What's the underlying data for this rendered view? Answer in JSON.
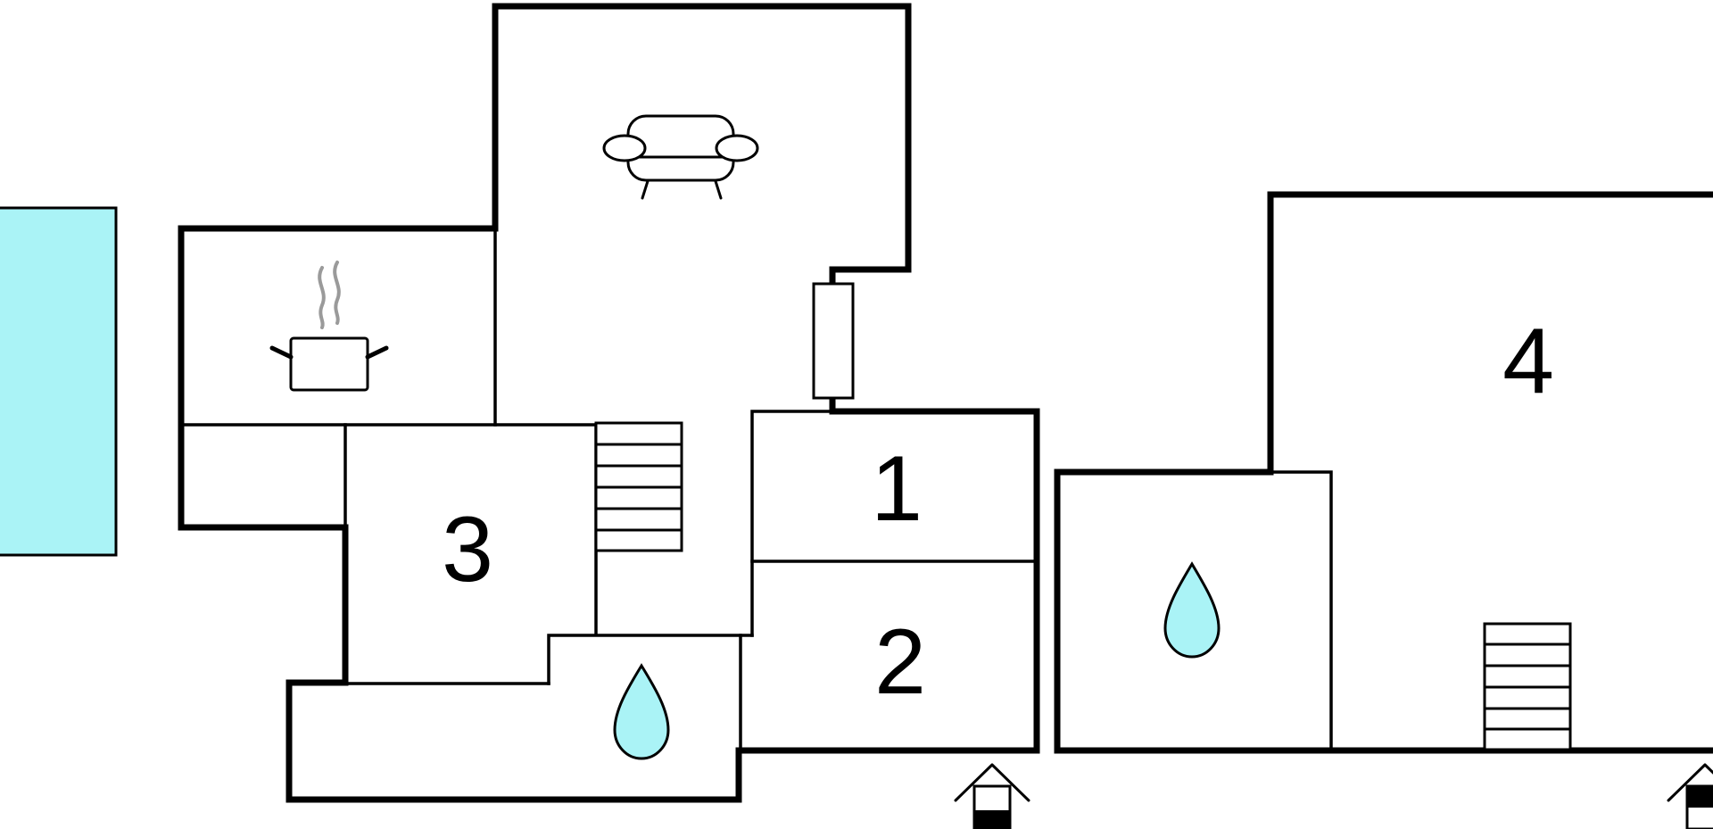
{
  "rooms": {
    "room_1": "1",
    "room_2": "2",
    "room_3": "3",
    "room_4": "4"
  },
  "icons": {
    "living_room": "sofa-icon",
    "kitchen": "cooking-pot-icon",
    "bathroom": "water-drop-icon",
    "stairs": "stairs-icon",
    "entrance": "entrance-house-icon",
    "pool": "pool-icon"
  },
  "colors": {
    "pool": "#aaf3f6",
    "water_drop": "#aaf3f6",
    "steam": "#9a9a9a",
    "walls": "#000000"
  }
}
